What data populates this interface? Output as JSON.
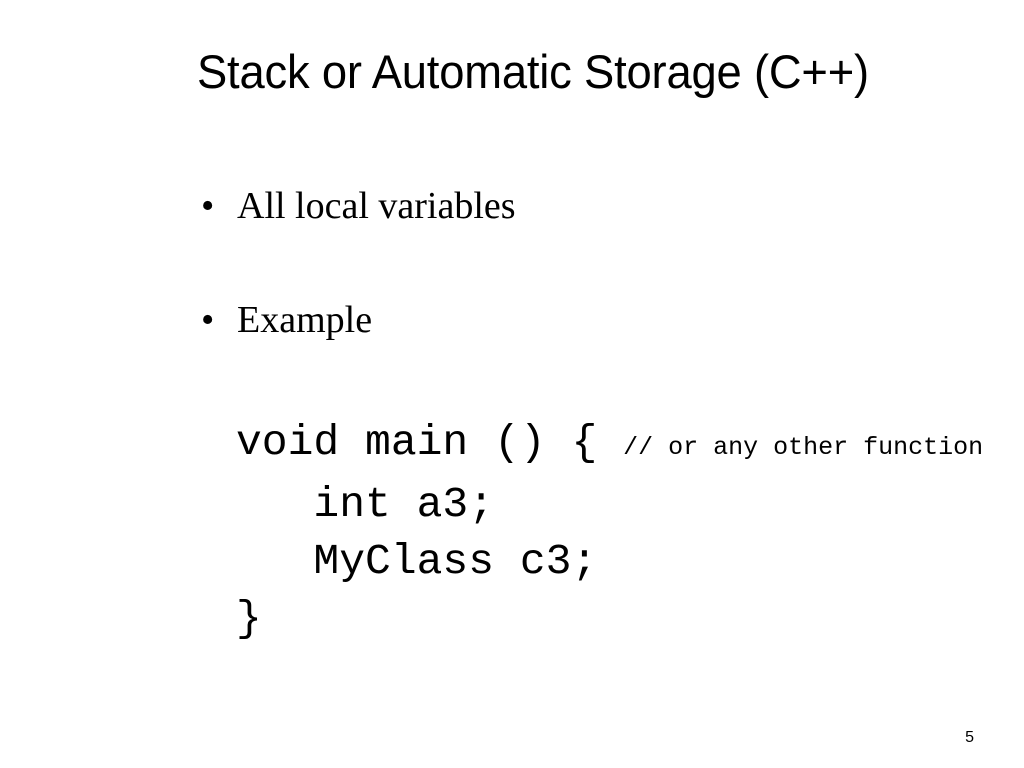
{
  "slide": {
    "title": "Stack or Automatic Storage (C++)",
    "page_number": "5",
    "background_color": "#ffffff",
    "text_color": "#000000"
  },
  "bullets": [
    {
      "marker": "•",
      "text": "All local variables"
    },
    {
      "marker": "•",
      "text": "Example"
    }
  ],
  "code": {
    "lines": [
      {
        "text": "void main () { ",
        "comment": "// or any other function"
      },
      {
        "text": "   int a3;",
        "comment": ""
      },
      {
        "text": "   MyClass c3;",
        "comment": ""
      },
      {
        "text": "}",
        "comment": ""
      }
    ]
  }
}
